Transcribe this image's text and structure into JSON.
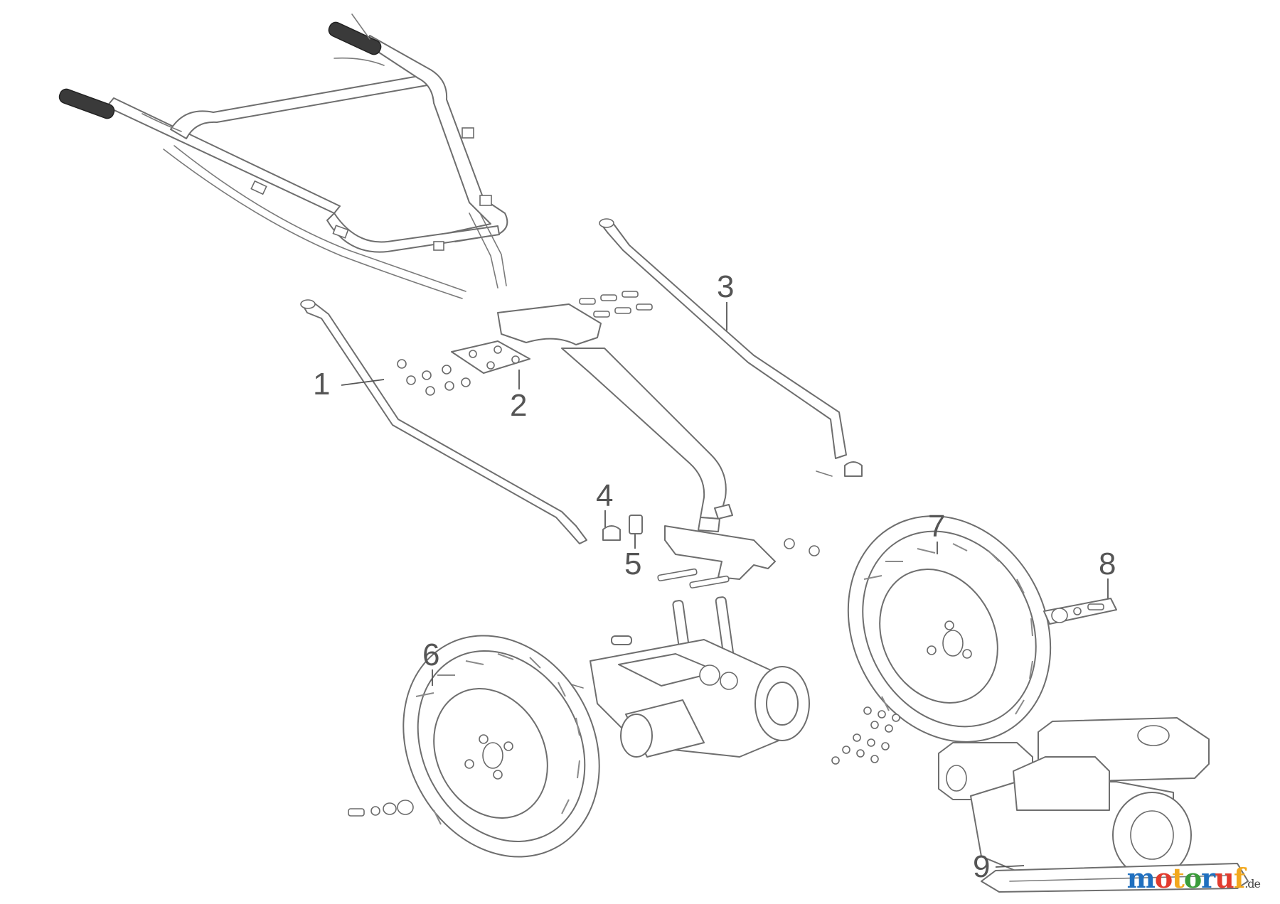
{
  "diagram": {
    "callouts": [
      {
        "id": "1",
        "label": "1"
      },
      {
        "id": "2",
        "label": "2"
      },
      {
        "id": "3",
        "label": "3"
      },
      {
        "id": "4",
        "label": "4"
      },
      {
        "id": "5",
        "label": "5"
      },
      {
        "id": "6",
        "label": "6"
      },
      {
        "id": "7",
        "label": "7"
      },
      {
        "id": "8",
        "label": "8"
      },
      {
        "id": "9",
        "label": "9"
      }
    ]
  },
  "watermark": {
    "brand_main": "motoruf",
    "brand_suffix": ".de",
    "colors": [
      "#1f6fbf",
      "#e23b2e",
      "#f2a81d",
      "#3a9c3a",
      "#1f6fbf",
      "#e23b2e",
      "#f2a81d"
    ]
  }
}
